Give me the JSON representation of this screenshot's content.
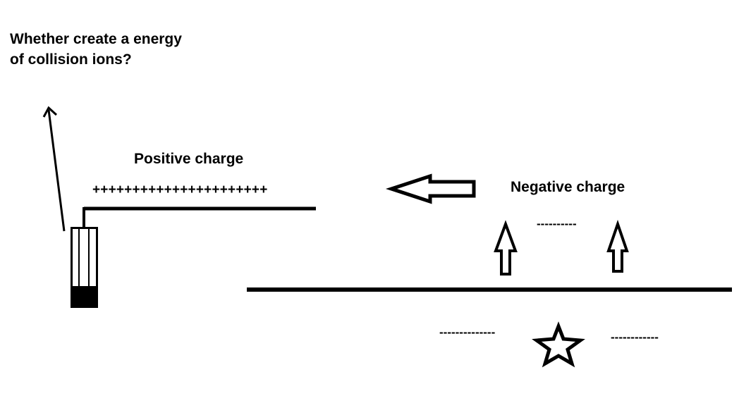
{
  "question": {
    "line1": "Whether create a energy",
    "line2": "of collision ions?"
  },
  "positive_plate": {
    "label": "Positive charge",
    "symbols": "++++++++++++++++++++++"
  },
  "negative_plate": {
    "label": "Negative charge",
    "upper_dashes": "----------",
    "lower_left_dashes": "--------------",
    "lower_right_dashes": "------------"
  },
  "colors": {
    "ink": "#000000",
    "background": "#ffffff"
  },
  "icons": [
    "diagonal-arrow-icon",
    "hollow-left-arrow-icon",
    "hollow-up-arrow-icon",
    "star-icon"
  ]
}
